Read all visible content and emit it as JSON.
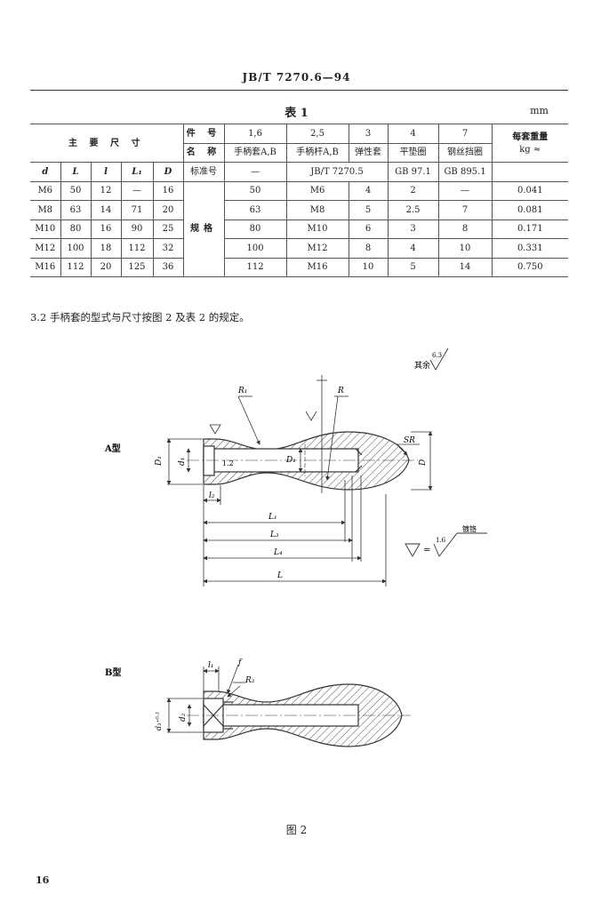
{
  "header": "JB/T 7270.6—94",
  "table_title": "表 1",
  "table_unit": "mm",
  "table": {
    "main_dims_label": "主 要 尺 寸",
    "col_headers": [
      "d",
      "L",
      "l",
      "L₁",
      "D"
    ],
    "meta_rows": [
      {
        "label": "件 号",
        "cells": [
          "1,6",
          "2,5",
          "3",
          "4",
          "7"
        ]
      },
      {
        "label": "名 称",
        "cells": [
          "手柄套A,B",
          "手柄杆A,B",
          "弹性套",
          "平垫圈",
          "钢丝挡圈"
        ]
      }
    ],
    "standard_label": "标准号",
    "standard_cells": [
      "—",
      "JB/T 7270.5",
      "GB 97.1",
      "GB 895.1"
    ],
    "weight_header": "每套重量",
    "weight_unit": "kg ≈",
    "spec_label": "规格",
    "rows": [
      [
        "M6",
        "50",
        "12",
        "—",
        "16",
        "50",
        "M6",
        "4",
        "2",
        "—",
        "0.041"
      ],
      [
        "M8",
        "63",
        "14",
        "71",
        "20",
        "63",
        "M8",
        "5",
        "2.5",
        "7",
        "0.081"
      ],
      [
        "M10",
        "80",
        "16",
        "90",
        "25",
        "80",
        "M10",
        "6",
        "3",
        "8",
        "0.171"
      ],
      [
        "M12",
        "100",
        "18",
        "112",
        "32",
        "100",
        "M12",
        "8",
        "4",
        "10",
        "0.331"
      ],
      [
        "M16",
        "112",
        "20",
        "125",
        "36",
        "112",
        "M16",
        "10",
        "5",
        "14",
        "0.750"
      ]
    ]
  },
  "section_text": "3.2  手柄套的型式与尺寸按图 2 及表 2 的规定。",
  "figure": {
    "type_a_label": "A型",
    "type_b_label": "B型",
    "remaining_label": "其余",
    "remaining_value": "6.3",
    "plating_label": "镀铬",
    "plating_value": "1.6",
    "eq_sign": "=",
    "labels": {
      "R1": "R₁",
      "R": "R",
      "SR": "SR",
      "D": "D",
      "D1": "D₁",
      "d1": "d₁",
      "val12": "1.2",
      "l2": "l₂",
      "L1": "L₁",
      "L3": "L₃",
      "L4": "L₄",
      "L": "L",
      "l1": "l₁",
      "f": "f",
      "R2": "R₂",
      "d2": "d₂",
      "d3": "d₃⁺⁰·¹"
    }
  },
  "figure_caption": "图 2",
  "page_number": "16"
}
